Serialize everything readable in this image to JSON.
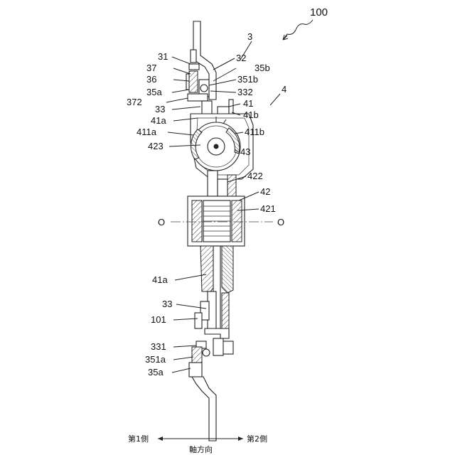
{
  "figure_number": "100",
  "labels": {
    "l3": "3",
    "l4": "4",
    "l31": "31",
    "l32": "32",
    "l35b": "35b",
    "l37": "37",
    "l36": "36",
    "l351b": "351b",
    "l35a_top": "35a",
    "l332": "332",
    "l372": "372",
    "l41": "41",
    "l33_top": "33",
    "l41b": "41b",
    "l41a_top": "41a",
    "l411a": "411a",
    "l411b": "411b",
    "l423": "423",
    "l43": "43",
    "l422": "422",
    "l42": "42",
    "l421": "421",
    "l0_left": "O",
    "l0_right": "O",
    "l41a_bot": "41a",
    "l33_bot": "33",
    "l101": "101",
    "l331": "331",
    "l351a": "351a",
    "l35a_bot": "35a"
  },
  "axis": {
    "first_side": "第1側",
    "second_side": "第2側",
    "direction": "軸方向"
  }
}
